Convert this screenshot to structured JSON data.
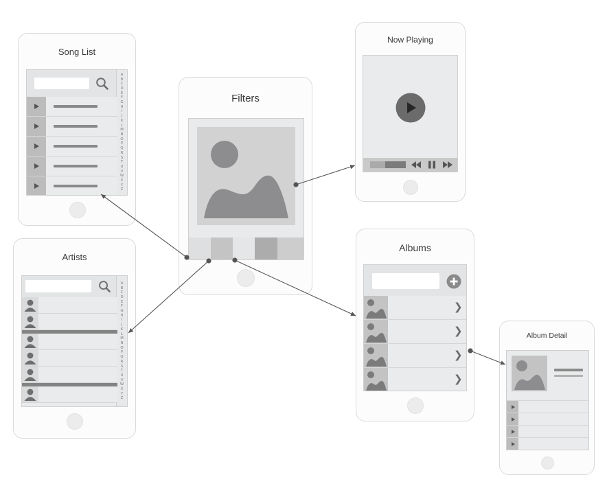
{
  "colors": {
    "connector": "#555555",
    "phone_border": "#dcd8dc",
    "screen_fill": "#e9ebec",
    "dark_glyph": "#6e6e6e"
  },
  "alphabet": [
    "A",
    "B",
    "C",
    "D",
    "E",
    "F",
    "G",
    "H",
    "I",
    "J",
    "K",
    "L",
    "M",
    "N",
    "O",
    "P",
    "Q",
    "R",
    "S",
    "T",
    "U",
    "V",
    "W",
    "X",
    "Y",
    "Z"
  ],
  "screens": {
    "song_list": {
      "title": "Song List",
      "rows": 5
    },
    "artists": {
      "title": "Artists",
      "rows": 6
    },
    "filters": {
      "title": "Filters"
    },
    "now_playing": {
      "title": "Now Playing"
    },
    "albums": {
      "title": "Albums",
      "rows": 4
    },
    "album_detail": {
      "title": "Album Detail",
      "rows": 4
    }
  },
  "icons": {
    "search": "search-icon",
    "play": "play-icon",
    "rewind": "rewind-icon",
    "pause": "pause-icon",
    "fast_forward": "fast-forward-icon",
    "add": "add-icon",
    "chevron": "chevron-right-icon",
    "person": "person-icon",
    "image": "image-placeholder-icon"
  },
  "connections": [
    {
      "from": "filters",
      "to": "song_list"
    },
    {
      "from": "filters",
      "to": "artists"
    },
    {
      "from": "filters",
      "to": "albums"
    },
    {
      "from": "filters",
      "to": "now_playing"
    },
    {
      "from": "albums",
      "to": "album_detail"
    }
  ]
}
